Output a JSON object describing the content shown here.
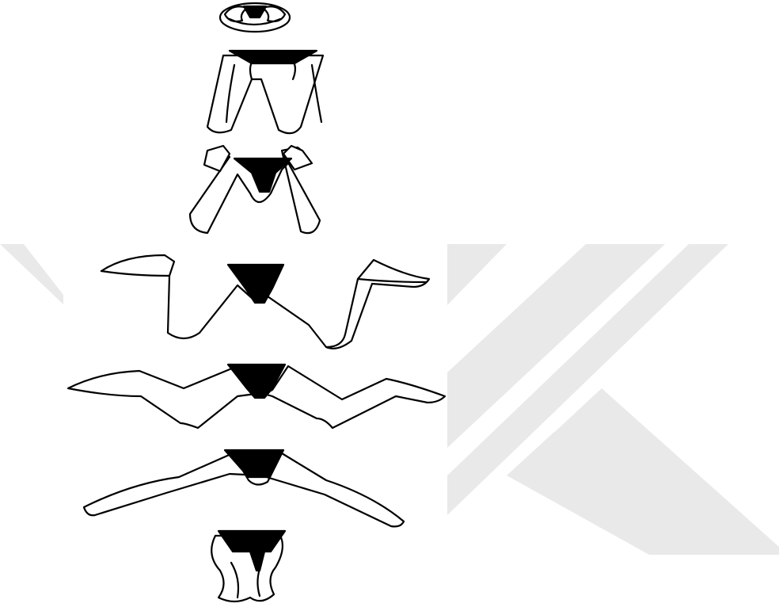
{
  "figure": {
    "frames": [
      {
        "name": "knees-tucked",
        "leg_spread": "closed"
      },
      {
        "name": "thighs-raised",
        "leg_spread": "narrow"
      },
      {
        "name": "legs-opening",
        "leg_spread": "narrow"
      },
      {
        "name": "frog-kick-bent",
        "leg_spread": "wide-bent"
      },
      {
        "name": "kick-extending",
        "leg_spread": "wide"
      },
      {
        "name": "legs-extended-wide",
        "leg_spread": "widest"
      },
      {
        "name": "legs-closed-together",
        "leg_spread": "closed"
      }
    ],
    "colors": {
      "ink": "#000000",
      "skin": "#ffffff",
      "watermark": "#d6d6d6"
    }
  },
  "watermark": {
    "icon": "k-logo-watermark-icon"
  }
}
